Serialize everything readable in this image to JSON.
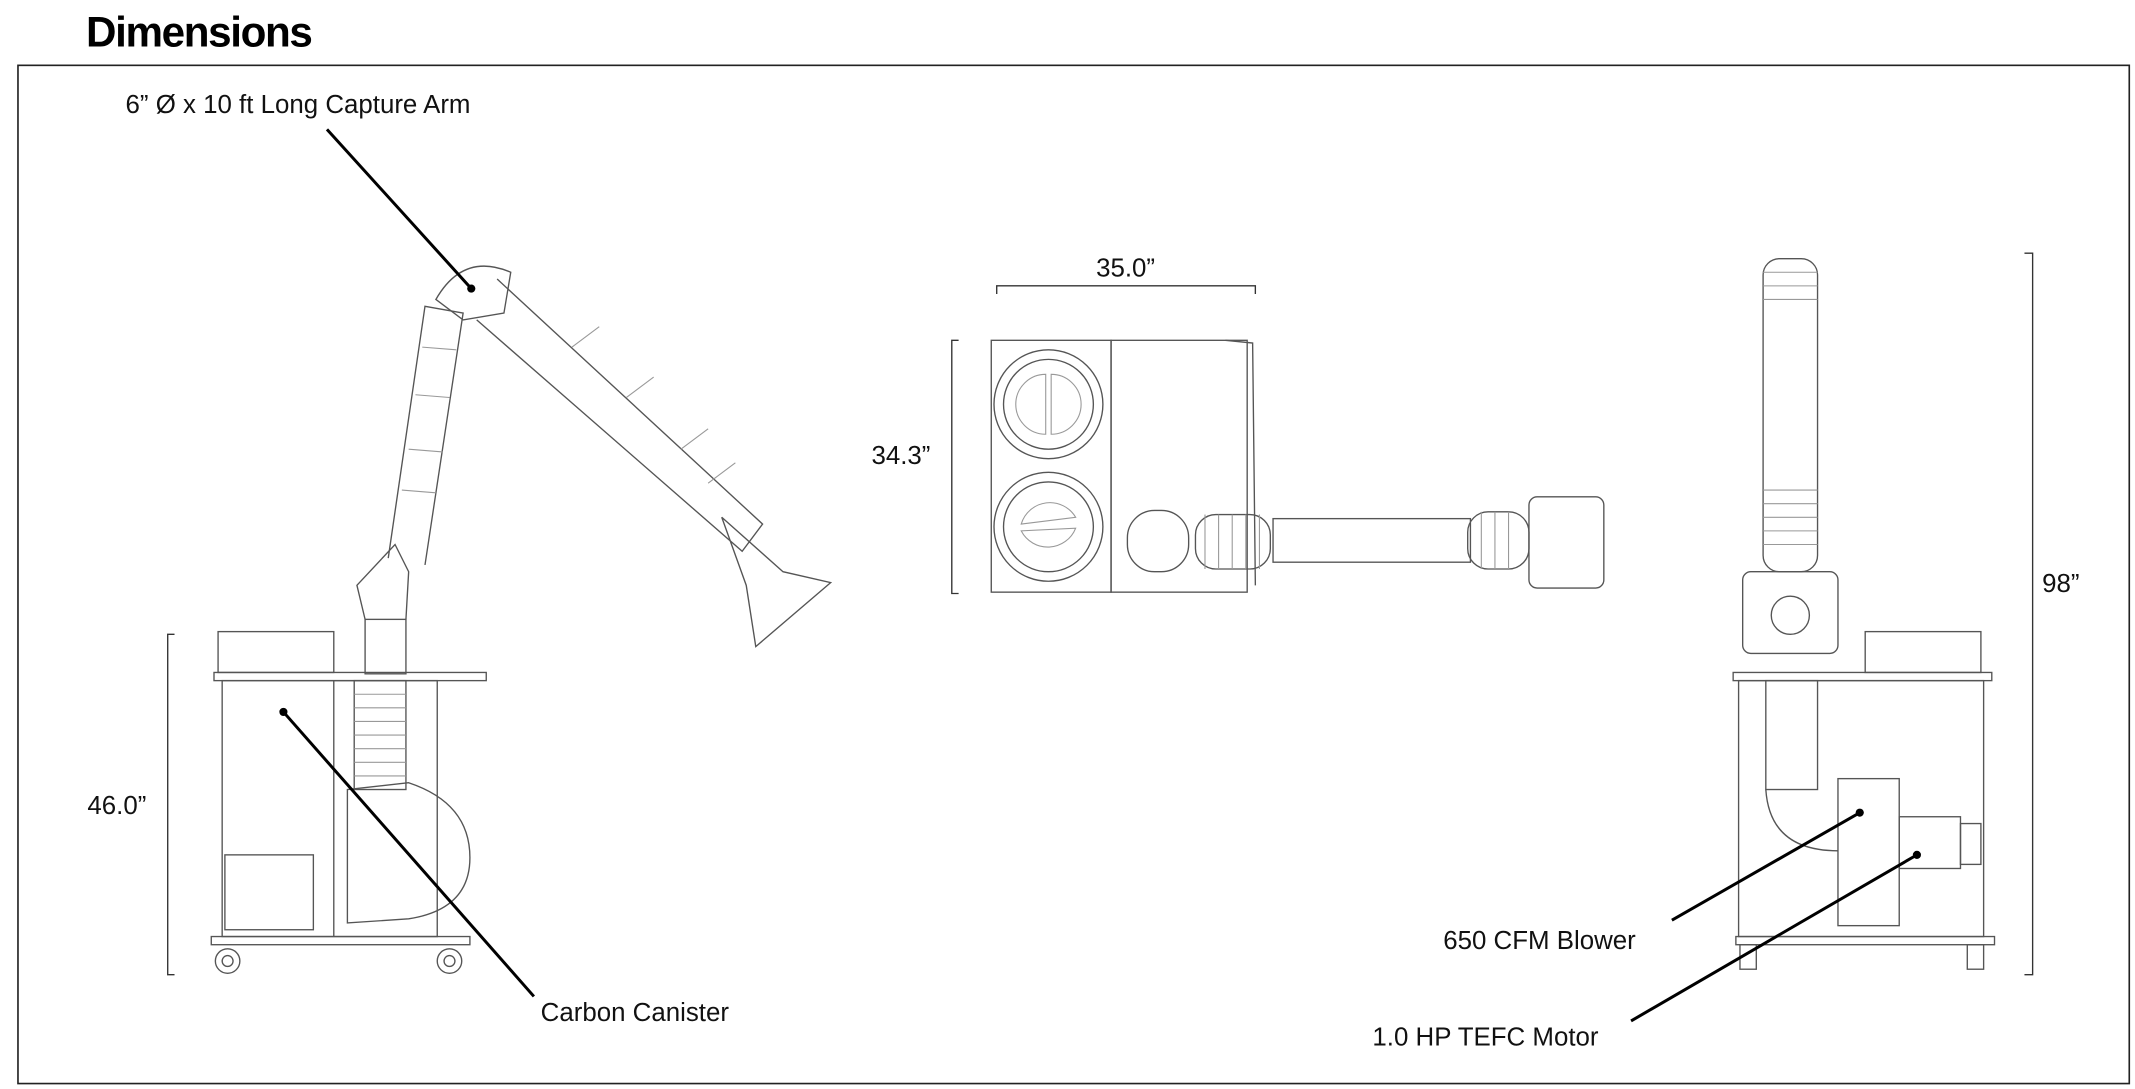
{
  "title": "Dimensions",
  "labels": {
    "capture_arm": "6” Ø x 10 ft Long Capture Arm",
    "carbon_canister": "Carbon Canister",
    "blower": "650 CFM Blower",
    "motor": "1.0 HP TEFC Motor"
  },
  "dimensions": {
    "cabinet_height": "46.0”",
    "top_width": "35.0”",
    "top_depth": "34.3”",
    "overall_height": "98”"
  }
}
